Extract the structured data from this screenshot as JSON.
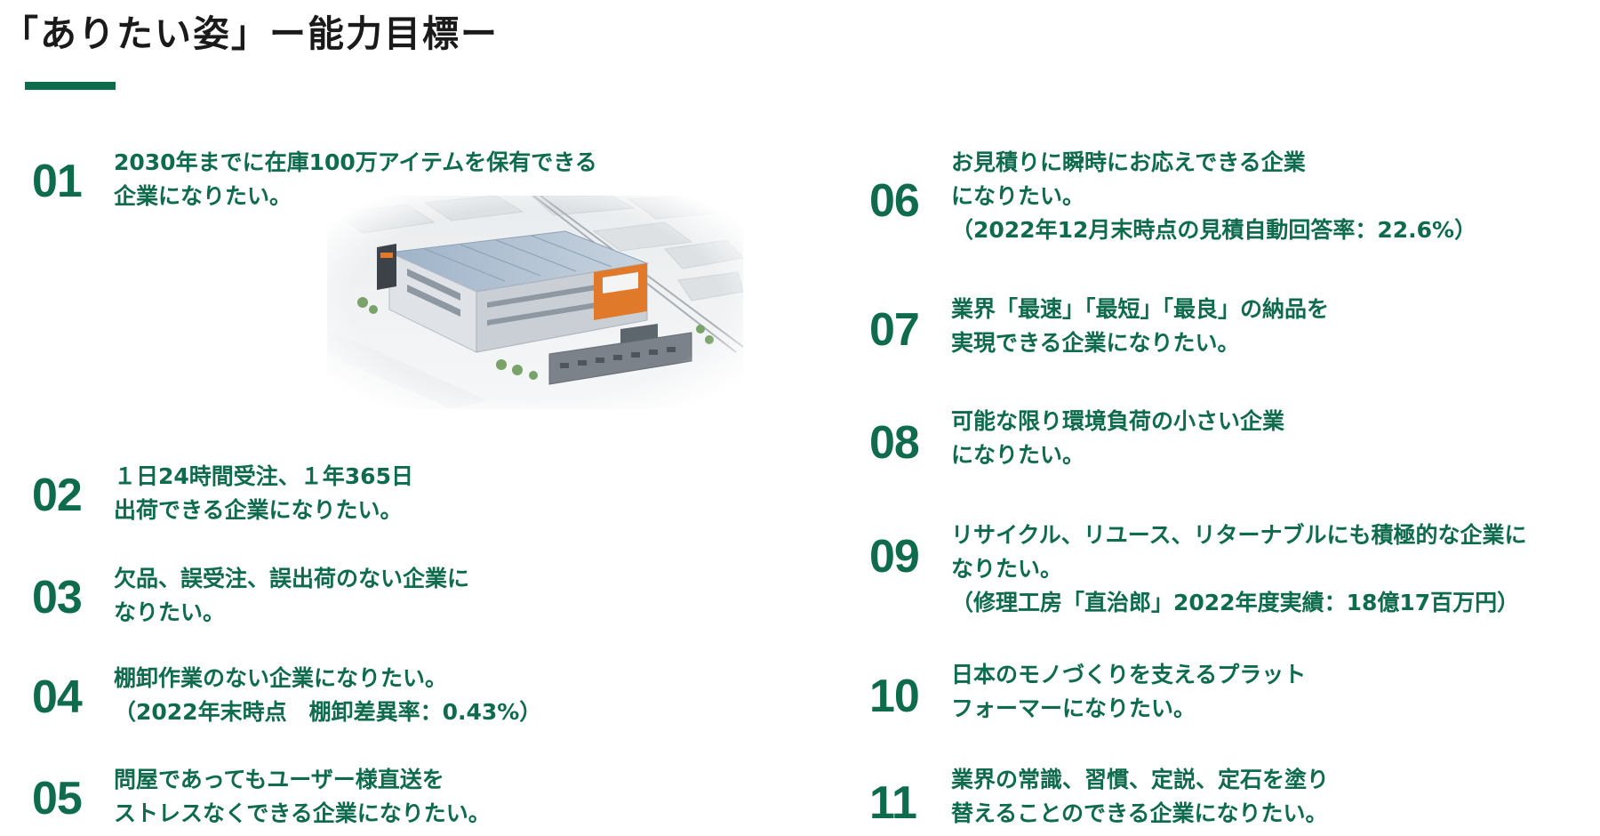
{
  "page": {
    "title": "「ありたい姿」ー能力目標ー"
  },
  "goals": [
    {
      "num": "01",
      "lines": [
        "2030年までに在庫100万アイテムを保有できる",
        "企業になりたい。"
      ]
    },
    {
      "num": "02",
      "lines": [
        "１日24時間受注、１年365日",
        "出荷できる企業になりたい。"
      ]
    },
    {
      "num": "03",
      "lines": [
        "欠品、誤受注、誤出荷のない企業に",
        "なりたい。"
      ]
    },
    {
      "num": "04",
      "lines": [
        "棚卸作業のない企業になりたい。",
        "（2022年末時点　棚卸差異率：0.43%）"
      ]
    },
    {
      "num": "05",
      "lines": [
        "問屋であってもユーザー様直送を",
        "ストレスなくできる企業になりたい。"
      ]
    },
    {
      "num": "06",
      "lines": [
        "お見積りに瞬時にお応えできる企業",
        "になりたい。",
        "（2022年12月末時点の見積自動回答率：22.6%）"
      ]
    },
    {
      "num": "07",
      "lines": [
        "業界「最速」「最短」「最良」の納品を",
        "実現できる企業になりたい。"
      ]
    },
    {
      "num": "08",
      "lines": [
        "可能な限り環境負荷の小さい企業",
        "になりたい。"
      ]
    },
    {
      "num": "09",
      "lines": [
        "リサイクル、リユース、リターナブルにも積極的な企業に",
        "なりたい。",
        "（修理工房「直治郎」2022年度実績：18億17百万円）"
      ]
    },
    {
      "num": "10",
      "lines": [
        "日本のモノづくりを支えるプラット",
        "フォーマーになりたい。"
      ]
    },
    {
      "num": "11",
      "lines": [
        "業界の常識、習慣、定説、定石を塗り",
        "替えることのできる企業になりたい。"
      ]
    }
  ],
  "colors": {
    "accent": "#0e6b4c",
    "title": "#1a1a1a"
  }
}
